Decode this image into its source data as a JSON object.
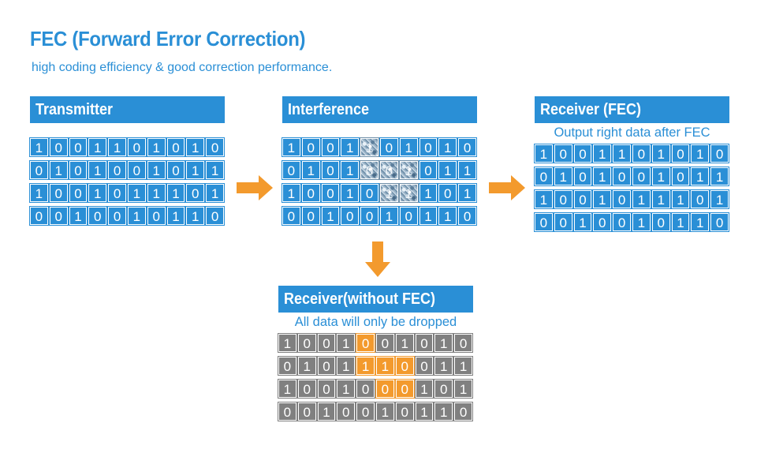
{
  "title": "FEC (Forward Error Correction)",
  "subtitle": "high coding efficiency & good correction performance.",
  "colors": {
    "accent_blue": "#2a8fd6",
    "arrow_orange": "#f39a2d",
    "error_orange": "#f39a2d",
    "dropped_gray": "#808080"
  },
  "transmitter": {
    "header": "Transmitter",
    "rows": [
      [
        {
          "v": "1"
        },
        {
          "v": "0"
        },
        {
          "v": "0"
        },
        {
          "v": "1"
        },
        {
          "v": "1"
        },
        {
          "v": "0"
        },
        {
          "v": "1"
        },
        {
          "v": "0"
        },
        {
          "v": "1"
        },
        {
          "v": "0"
        }
      ],
      [
        {
          "v": "0"
        },
        {
          "v": "1"
        },
        {
          "v": "0"
        },
        {
          "v": "1"
        },
        {
          "v": "0"
        },
        {
          "v": "0"
        },
        {
          "v": "1"
        },
        {
          "v": "0"
        },
        {
          "v": "1"
        },
        {
          "v": "1"
        }
      ],
      [
        {
          "v": "1"
        },
        {
          "v": "0"
        },
        {
          "v": "0"
        },
        {
          "v": "1"
        },
        {
          "v": "0"
        },
        {
          "v": "1"
        },
        {
          "v": "1"
        },
        {
          "v": "1"
        },
        {
          "v": "0"
        },
        {
          "v": "1"
        }
      ],
      [
        {
          "v": "0"
        },
        {
          "v": "0"
        },
        {
          "v": "1"
        },
        {
          "v": "0"
        },
        {
          "v": "0"
        },
        {
          "v": "1"
        },
        {
          "v": "0"
        },
        {
          "v": "1"
        },
        {
          "v": "1"
        },
        {
          "v": "0"
        }
      ]
    ]
  },
  "interference": {
    "header": "Interference",
    "rows": [
      [
        {
          "v": "1"
        },
        {
          "v": "0"
        },
        {
          "v": "0"
        },
        {
          "v": "1"
        },
        {
          "v": "1",
          "noise": true
        },
        {
          "v": "0"
        },
        {
          "v": "1"
        },
        {
          "v": "0"
        },
        {
          "v": "1"
        },
        {
          "v": "0"
        }
      ],
      [
        {
          "v": "0"
        },
        {
          "v": "1"
        },
        {
          "v": "0"
        },
        {
          "v": "1"
        },
        {
          "v": "0",
          "noise": true
        },
        {
          "v": "0",
          "noise": true
        },
        {
          "v": "1",
          "noise": true
        },
        {
          "v": "0"
        },
        {
          "v": "1"
        },
        {
          "v": "1"
        }
      ],
      [
        {
          "v": "1"
        },
        {
          "v": "0"
        },
        {
          "v": "0"
        },
        {
          "v": "1"
        },
        {
          "v": "0"
        },
        {
          "v": "1",
          "noise": true
        },
        {
          "v": "1",
          "noise": true
        },
        {
          "v": "1"
        },
        {
          "v": "0"
        },
        {
          "v": "1"
        }
      ],
      [
        {
          "v": "0"
        },
        {
          "v": "0"
        },
        {
          "v": "1"
        },
        {
          "v": "0"
        },
        {
          "v": "0"
        },
        {
          "v": "1"
        },
        {
          "v": "0"
        },
        {
          "v": "1"
        },
        {
          "v": "1"
        },
        {
          "v": "0"
        }
      ]
    ]
  },
  "receiver_fec": {
    "header": "Receiver (FEC)",
    "note": "Output right data after FEC",
    "rows": [
      [
        {
          "v": "1"
        },
        {
          "v": "0"
        },
        {
          "v": "0"
        },
        {
          "v": "1"
        },
        {
          "v": "1"
        },
        {
          "v": "0"
        },
        {
          "v": "1"
        },
        {
          "v": "0"
        },
        {
          "v": "1"
        },
        {
          "v": "0"
        }
      ],
      [
        {
          "v": "0"
        },
        {
          "v": "1"
        },
        {
          "v": "0"
        },
        {
          "v": "1"
        },
        {
          "v": "0"
        },
        {
          "v": "0"
        },
        {
          "v": "1"
        },
        {
          "v": "0"
        },
        {
          "v": "1"
        },
        {
          "v": "1"
        }
      ],
      [
        {
          "v": "1"
        },
        {
          "v": "0"
        },
        {
          "v": "0"
        },
        {
          "v": "1"
        },
        {
          "v": "0"
        },
        {
          "v": "1"
        },
        {
          "v": "1"
        },
        {
          "v": "1"
        },
        {
          "v": "0"
        },
        {
          "v": "1"
        }
      ],
      [
        {
          "v": "0"
        },
        {
          "v": "0"
        },
        {
          "v": "1"
        },
        {
          "v": "0"
        },
        {
          "v": "0"
        },
        {
          "v": "1"
        },
        {
          "v": "0"
        },
        {
          "v": "1"
        },
        {
          "v": "1"
        },
        {
          "v": "0"
        }
      ]
    ]
  },
  "receiver_no_fec": {
    "header": "Receiver(without FEC)",
    "note": "All data will only be dropped",
    "rows": [
      [
        {
          "v": "1"
        },
        {
          "v": "0"
        },
        {
          "v": "0"
        },
        {
          "v": "1"
        },
        {
          "v": "0",
          "error": true
        },
        {
          "v": "0"
        },
        {
          "v": "1"
        },
        {
          "v": "0"
        },
        {
          "v": "1"
        },
        {
          "v": "0"
        }
      ],
      [
        {
          "v": "0"
        },
        {
          "v": "1"
        },
        {
          "v": "0"
        },
        {
          "v": "1"
        },
        {
          "v": "1",
          "error": true
        },
        {
          "v": "1",
          "error": true
        },
        {
          "v": "0",
          "error": true
        },
        {
          "v": "0"
        },
        {
          "v": "1"
        },
        {
          "v": "1"
        }
      ],
      [
        {
          "v": "1"
        },
        {
          "v": "0"
        },
        {
          "v": "0"
        },
        {
          "v": "1"
        },
        {
          "v": "0"
        },
        {
          "v": "0",
          "error": true
        },
        {
          "v": "0",
          "error": true
        },
        {
          "v": "1"
        },
        {
          "v": "0"
        },
        {
          "v": "1"
        }
      ],
      [
        {
          "v": "0"
        },
        {
          "v": "0"
        },
        {
          "v": "1"
        },
        {
          "v": "0"
        },
        {
          "v": "0"
        },
        {
          "v": "1"
        },
        {
          "v": "0"
        },
        {
          "v": "1"
        },
        {
          "v": "1"
        },
        {
          "v": "0"
        }
      ]
    ]
  }
}
